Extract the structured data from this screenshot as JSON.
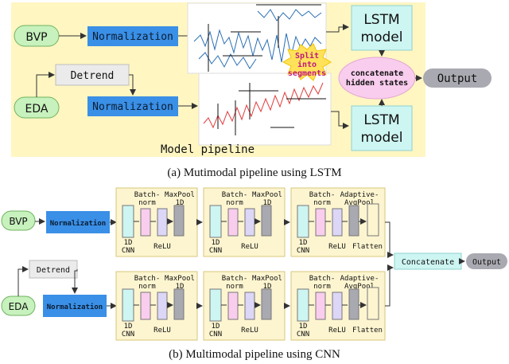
{
  "lstm": {
    "inputs": {
      "bvp": "BVP",
      "eda": "EDA"
    },
    "detrend": "Detrend",
    "normalization": "Normalization",
    "split": [
      "Split",
      "into",
      "segments"
    ],
    "lstm_model": [
      "LSTM",
      "model"
    ],
    "concat": [
      "concatenate",
      "hidden states"
    ],
    "output": "Output",
    "pipeline_label": "Model pipeline",
    "caption": "(a) Mutimodal pipeline using LSTM"
  },
  "cnn": {
    "inputs": {
      "bvp": "BVP",
      "eda": "EDA"
    },
    "detrend": "Detrend",
    "normalization": "Normalization",
    "batchnorm": [
      "Batch-",
      "norm"
    ],
    "maxpool": [
      "MaxPool",
      "1D"
    ],
    "adaptive": [
      "Adaptive-",
      "AvgPool"
    ],
    "cnn1d": [
      "1D",
      "CNN"
    ],
    "relu": "ReLU",
    "flatten": "Flatten",
    "concatenate": "Concatenate",
    "output": "Output",
    "caption": "(b) Multimodal pipeline using CNN"
  },
  "colors": {
    "green": "#c7f1bd",
    "green_border": "#6fb45f",
    "blue": "#3a8fe6",
    "yellow": "#fff6c2",
    "block": "#fdf5d0",
    "cyan": "#cdf5f2",
    "pink": "#f9cdee",
    "lavender": "#dcd6f7",
    "gray": "#a9a9b1",
    "grayfill": "#ebebeb",
    "signal_blue": "#2a6fb5",
    "signal_red": "#e03b3b"
  }
}
